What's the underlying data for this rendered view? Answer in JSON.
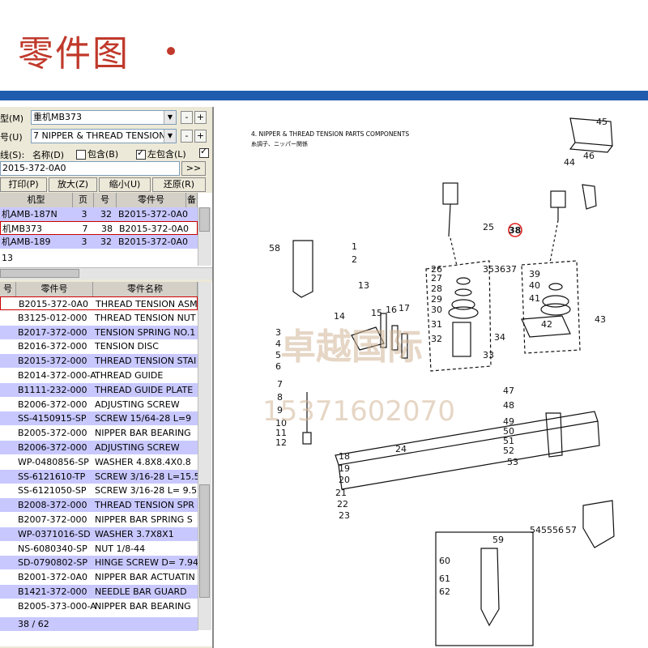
{
  "banner": {
    "title": "零件图"
  },
  "filters": {
    "model_label": "型(M)",
    "model_value": "重机MB373",
    "group_label": "号(U)",
    "group_value": "7 NIPPER & THREAD TENSION",
    "search_label": "线(S):",
    "opt_name": "名称(D)",
    "opt_contains": "包含(B)",
    "opt_left_contains": "左包含(L)",
    "search_value": "2015-372-0A0",
    "go_button": ">>",
    "plus": "+",
    "minus": "-"
  },
  "toolbar": {
    "print": "打印(P)",
    "zoom_in": "放大(Z)",
    "zoom_out": "缩小(U)",
    "restore": "还原(R)"
  },
  "model_table": {
    "headers": [
      "机型",
      "页",
      "号",
      "零件号",
      "备"
    ],
    "rows": [
      [
        "机AMB-187N",
        "3",
        "32",
        "B2015-372-0A0"
      ],
      [
        "机MB373",
        "7",
        "38",
        "B2015-372-0A0"
      ],
      [
        "机AMB-189",
        "3",
        "32",
        "B2015-372-0A0"
      ]
    ],
    "count": "13"
  },
  "parts_table": {
    "headers": [
      "号",
      "零件号",
      "零件名称"
    ],
    "rows": [
      [
        "B2015-372-0A0",
        "THREAD TENSION ASM"
      ],
      [
        "B3125-012-000",
        "THREAD TENSION NUT"
      ],
      [
        "B2017-372-000",
        "TENSION SPRING NO.1"
      ],
      [
        "B2016-372-000",
        "TENSION DISC"
      ],
      [
        "B2015-372-000",
        "THREAD TENSION STAI"
      ],
      [
        "B2014-372-000-A",
        "THREAD GUIDE"
      ],
      [
        "B1111-232-000",
        "THREAD GUIDE PLATE"
      ],
      [
        "B2006-372-000",
        "ADJUSTING SCREW"
      ],
      [
        "SS-4150915-SP",
        "SCREW 15/64-28 L=9"
      ],
      [
        "B2005-372-000",
        "NIPPER BAR BEARING"
      ],
      [
        "B2006-372-000",
        "ADJUSTING SCREW"
      ],
      [
        "WP-0480856-SP",
        "WASHER 4.8X8.4X0.8"
      ],
      [
        "SS-6121610-TP",
        "SCREW 3/16-28 L=15.5"
      ],
      [
        "SS-6121050-SP",
        "SCREW 3/16-28 L= 9.5"
      ],
      [
        "B2008-372-000",
        "THREAD TENSION SPR"
      ],
      [
        "B2007-372-000",
        "NIPPER BAR SPRING S"
      ],
      [
        "WP-0371016-SD",
        "WASHER 3.7X8X1"
      ],
      [
        "NS-6080340-SP",
        "NUT 1/8-44"
      ],
      [
        "SD-0790802-SP",
        "HINGE SCREW D= 7.94"
      ],
      [
        "B2001-372-0A0",
        "NIPPER BAR ACTUATIN"
      ],
      [
        "B1421-372-000",
        "NEEDLE BAR GUARD"
      ],
      [
        "B2005-373-000-A",
        "NIPPER BAR BEARING"
      ]
    ],
    "status": "38 / 62"
  },
  "diagram": {
    "title": "4. NIPPER & THREAD TENSION PARTS COMPONENTS",
    "subtitle": "糸調子、ニッパー関係",
    "callouts": [
      "1",
      "2",
      "3",
      "4",
      "5",
      "6",
      "7",
      "8",
      "9",
      "10",
      "11",
      "12",
      "13",
      "14",
      "15",
      "16",
      "17",
      "18",
      "19",
      "20",
      "21",
      "22",
      "23",
      "24",
      "25",
      "26",
      "27",
      "28",
      "29",
      "30",
      "31",
      "32",
      "33",
      "34",
      "35",
      "36",
      "37",
      "38",
      "39",
      "40",
      "41",
      "42",
      "43",
      "44",
      "45",
      "46",
      "47",
      "48",
      "49",
      "50",
      "51",
      "52",
      "53",
      "54",
      "55",
      "56",
      "57",
      "58",
      "59",
      "60",
      "61",
      "62"
    ],
    "highlight": "38"
  },
  "watermark": {
    "name": "卓越国际",
    "phone": "15371602070"
  },
  "colors": {
    "banner_red": "#c0392b",
    "banner_blue": "#1f5cad",
    "row_lavender": "#c8c8ff"
  }
}
